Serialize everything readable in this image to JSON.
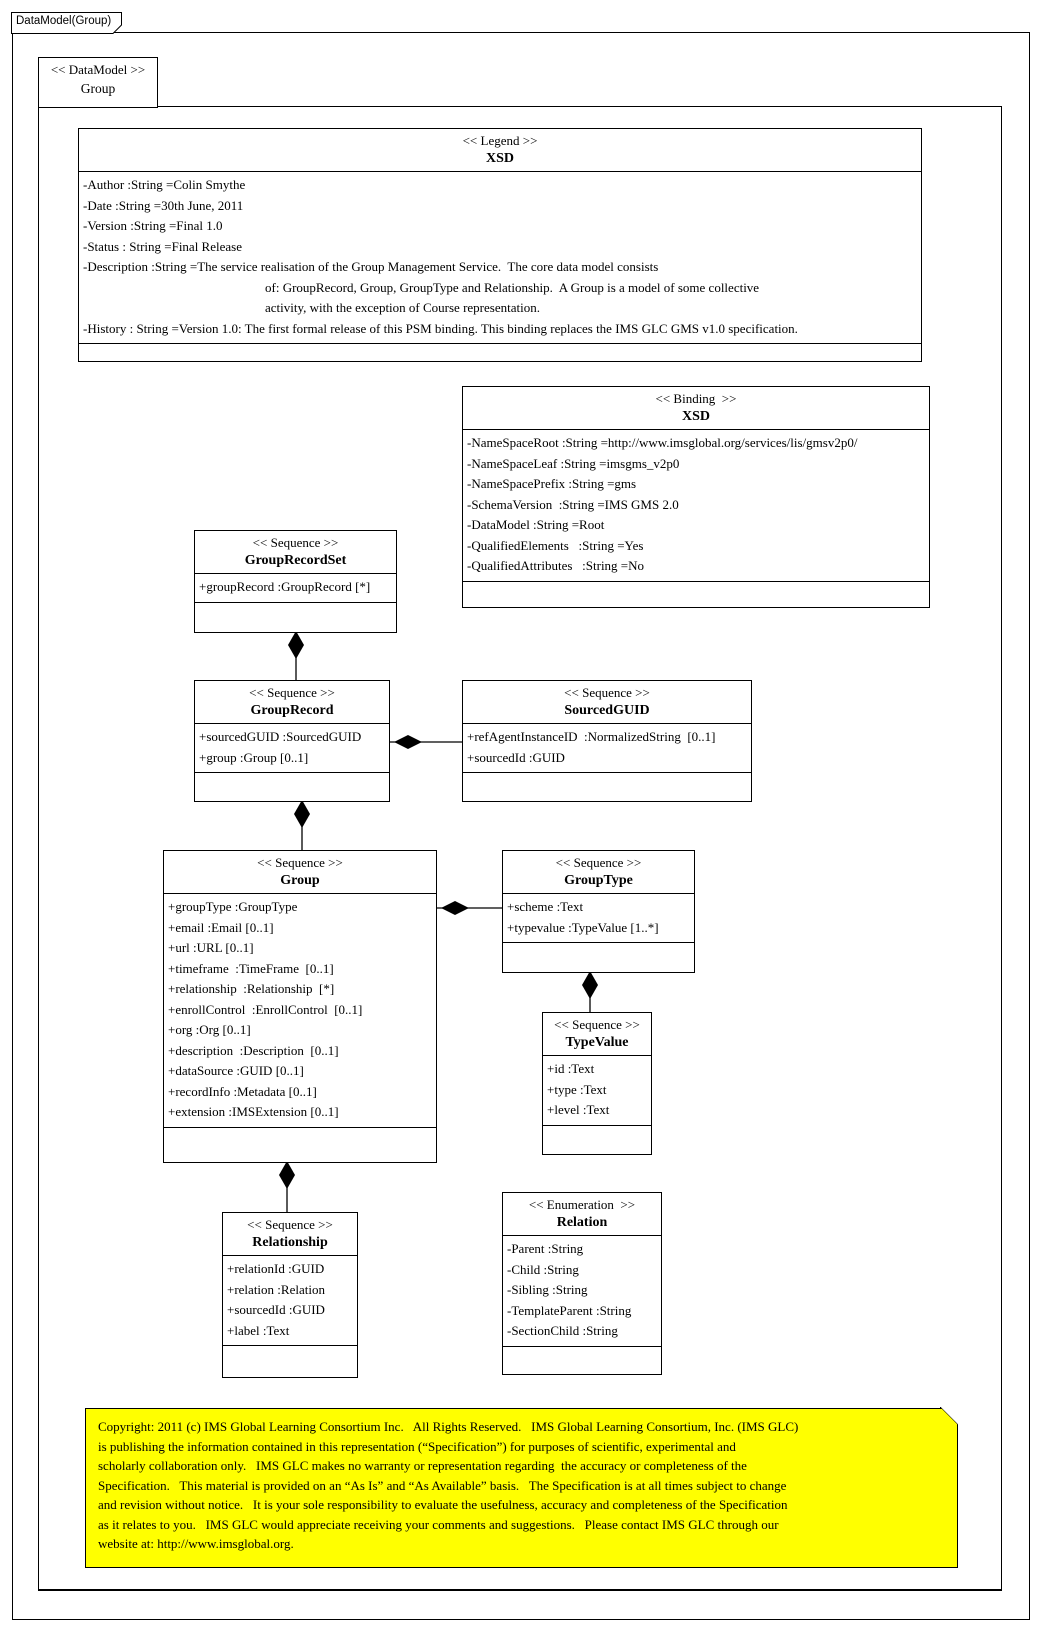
{
  "page": {
    "tab_label": "DataModel(Group)",
    "package": {
      "stereotype": "<< DataModel >>",
      "name": "Group"
    }
  },
  "colors": {
    "note_bg": "#ffff00",
    "ink": "#000000",
    "box_bg": "#ffffff"
  },
  "classes": {
    "legend": {
      "stereotype": "<< Legend >>",
      "name": "XSD",
      "attributes": [
        "-Author :String =Colin Smythe",
        "-Date :String =30th June, 2011",
        "-Version :String =Final 1.0",
        "-Status : String =Final Release",
        "-Description :String =The service realisation of the Group Management Service.  The core data model consists",
        {
          "text": "of: GroupRecord, Group, GroupType and Relationship.  A Group is a model of some collective",
          "indent": 182
        },
        {
          "text": "activity, with the exception of Course representation.",
          "indent": 182
        },
        "-History : String =Version 1.0: The first formal release of this PSM binding. This binding replaces the IMS GLC GMS v1.0 specification."
      ]
    },
    "binding": {
      "stereotype": "<< Binding  >>",
      "name": "XSD",
      "attributes": [
        "-NameSpaceRoot :String =http://www.imsglobal.org/services/lis/gmsv2p0/",
        "-NameSpaceLeaf :String =imsgms_v2p0",
        "-NameSpacePrefix :String =gms",
        "-SchemaVersion  :String =IMS GMS 2.0",
        "-DataModel :String =Root",
        "-QualifiedElements   :String =Yes",
        "-QualifiedAttributes   :String =No"
      ]
    },
    "group_record_set": {
      "stereotype": "<< Sequence >>",
      "name": "GroupRecordSet",
      "attributes": [
        "+groupRecord :GroupRecord [*]"
      ]
    },
    "group_record": {
      "stereotype": "<< Sequence >>",
      "name": "GroupRecord",
      "attributes": [
        "+sourcedGUID :SourcedGUID",
        "+group :Group [0..1]"
      ]
    },
    "sourced_guid": {
      "stereotype": "<< Sequence >>",
      "name": "SourcedGUID",
      "attributes": [
        "+refAgentInstanceID  :NormalizedString  [0..1]",
        "+sourcedId :GUID"
      ]
    },
    "group": {
      "stereotype": "<< Sequence >>",
      "name": "Group",
      "attributes": [
        "+groupType :GroupType",
        "+email :Email [0..1]",
        "+url :URL [0..1]",
        "+timeframe  :TimeFrame  [0..1]",
        "+relationship  :Relationship  [*]",
        "+enrollControl  :EnrollControl  [0..1]",
        "+org :Org [0..1]",
        "+description  :Description  [0..1]",
        "+dataSource :GUID [0..1]",
        "+recordInfo :Metadata [0..1]",
        "+extension :IMSExtension [0..1]"
      ]
    },
    "group_type": {
      "stereotype": "<< Sequence >>",
      "name": "GroupType",
      "attributes": [
        "+scheme :Text",
        "+typevalue :TypeValue [1..*]"
      ]
    },
    "type_value": {
      "stereotype": "<< Sequence >>",
      "name": "TypeValue",
      "attributes": [
        "+id :Text",
        "+type :Text",
        "+level :Text"
      ]
    },
    "relationship": {
      "stereotype": "<< Sequence >>",
      "name": "Relationship",
      "attributes": [
        "+relationId :GUID",
        "+relation :Relation",
        "+sourcedId :GUID",
        "+label :Text"
      ]
    },
    "relation": {
      "stereotype": "<< Enumeration  >>",
      "name": "Relation",
      "attributes": [
        "-Parent :String",
        "-Child :String",
        "-Sibling :String",
        "-TemplateParent :String",
        "-SectionChild :String"
      ]
    }
  },
  "copyright": {
    "lines": [
      "Copyright: 2011 (c) IMS Global Learning Consortium Inc.   All Rights Reserved.   IMS Global Learning Consortium, Inc. (IMS GLC)",
      "is publishing the information contained in this representation (“Specification”) for purposes of scientific, experimental and",
      "scholarly collaboration only.   IMS GLC makes no warranty or representation regarding  the accuracy or completeness of the",
      "Specification.   This material is provided on an “As Is” and “As Available” basis.   The Specification is at all times subject to change",
      "and revision without notice.   It is your sole responsibility to evaluate the usefulness, accuracy and completeness of the Specification",
      "as it relates to you.   IMS GLC would appreciate receiving your comments and suggestions.   Please contact IMS GLC through our",
      "website at: http://www.imsglobal.org."
    ]
  }
}
